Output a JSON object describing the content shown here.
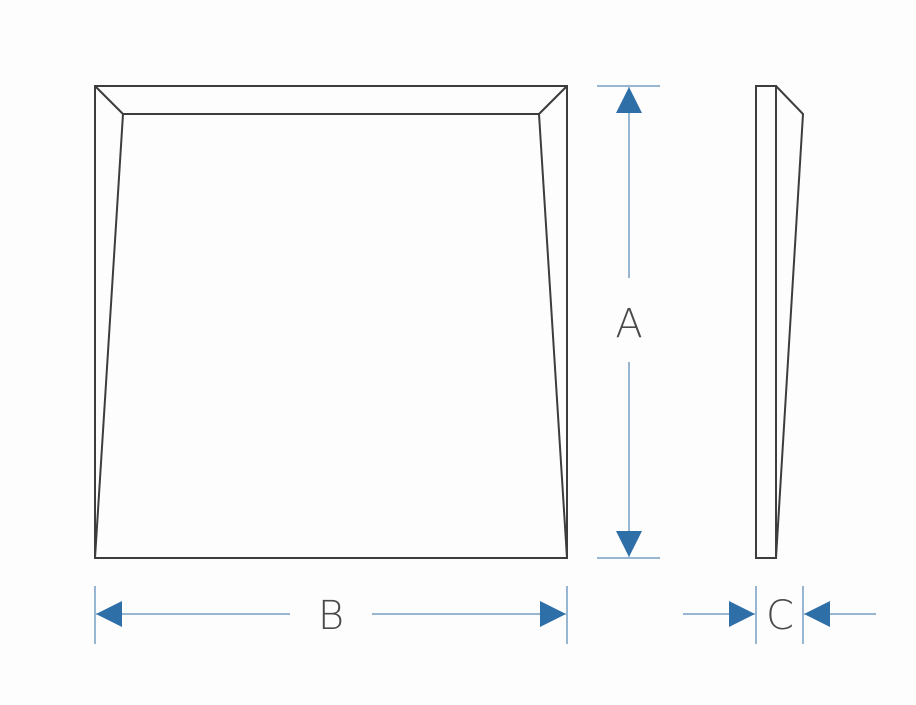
{
  "labels": {
    "a": "A",
    "b": "B",
    "c": "C"
  },
  "colors": {
    "outline": "#3d3d3d",
    "dimension": "#2e6fa8",
    "background": "#fdfdfd"
  }
}
